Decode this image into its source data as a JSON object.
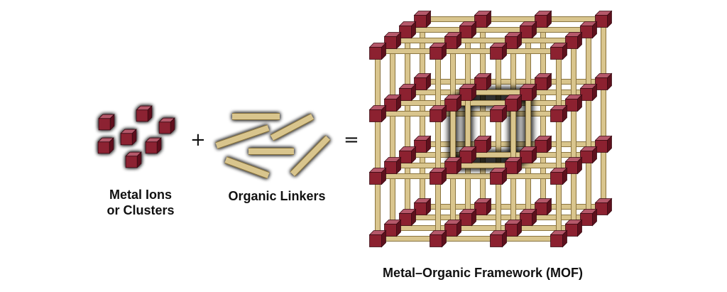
{
  "labels": {
    "metal_line1": "Metal Ions",
    "metal_line2": "or Clusters",
    "linkers": "Organic Linkers",
    "mof": "Metal–Organic Framework (MOF)"
  },
  "operators": {
    "plus": "+",
    "equals": "="
  },
  "colors": {
    "metal_node_front": "#8c2130",
    "metal_node_top": "#b5586a",
    "metal_node_side": "#5e111d",
    "linker_fill": "#d9c58d",
    "linker_edge": "#8a7440",
    "glow": "#000000"
  },
  "lattice": {
    "nodes_per_edge": 4,
    "highlighted_unit_cell": "single inner cubic cell outlined with dark glow"
  }
}
